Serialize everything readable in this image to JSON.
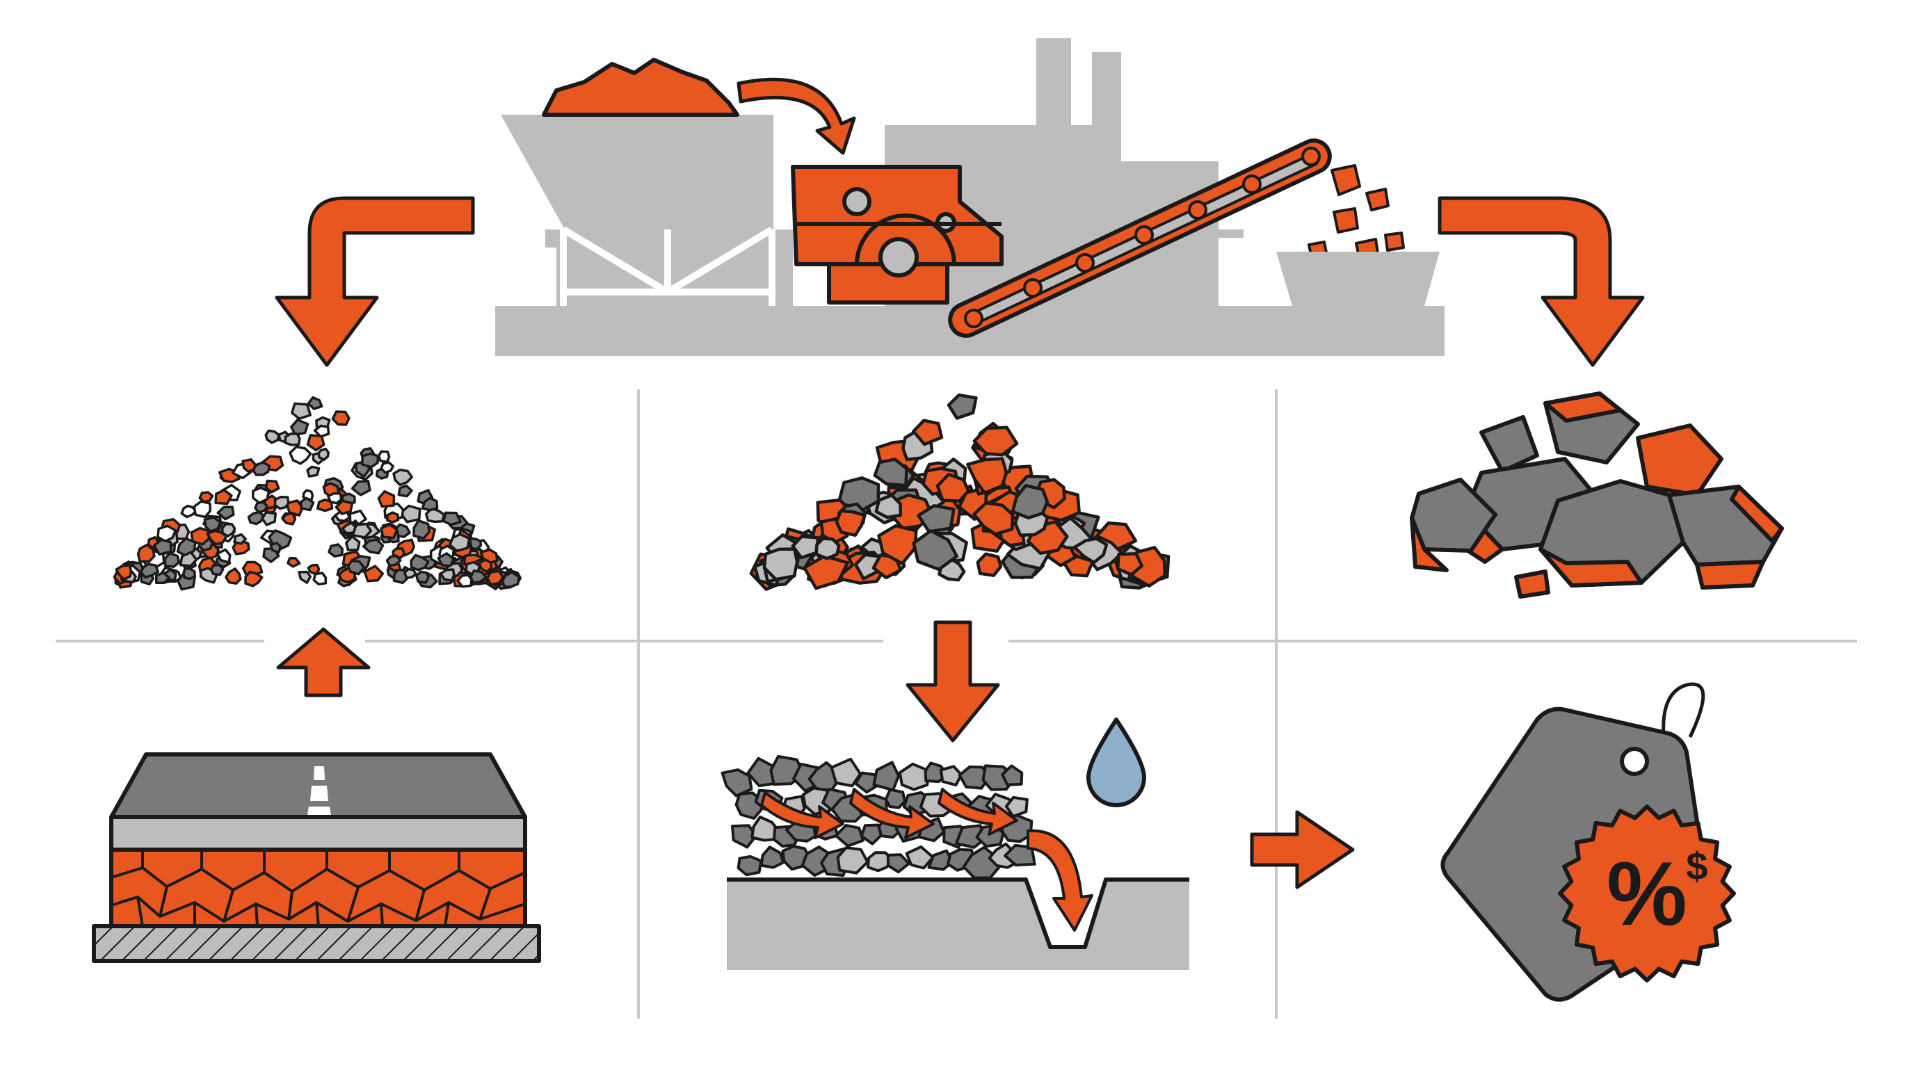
{
  "colors": {
    "accent": "#e8571f",
    "machine_gray": "#bdbdbd",
    "rock_gray": "#7a7a7a",
    "outline": "#1a1a1a",
    "divider": "#c8c8c8",
    "water": "#8fb0cc",
    "background": "#ffffff"
  },
  "panels": [
    {
      "id": "crushing-plant",
      "icon": "factory-crusher-icon"
    },
    {
      "id": "fine-aggregate-pile",
      "icon": "gravel-pile-icon"
    },
    {
      "id": "medium-aggregate-pile",
      "icon": "gravel-pile-icon"
    },
    {
      "id": "coarse-aggregate-pile",
      "icon": "boulder-pile-icon"
    },
    {
      "id": "road-base",
      "icon": "road-layer-icon"
    },
    {
      "id": "drainage-fill",
      "icon": "drainage-channel-icon"
    },
    {
      "id": "pricing",
      "icon": "price-tag-icon"
    }
  ],
  "price_tag": {
    "badge_symbol": "%",
    "currency_symbol": "$"
  }
}
